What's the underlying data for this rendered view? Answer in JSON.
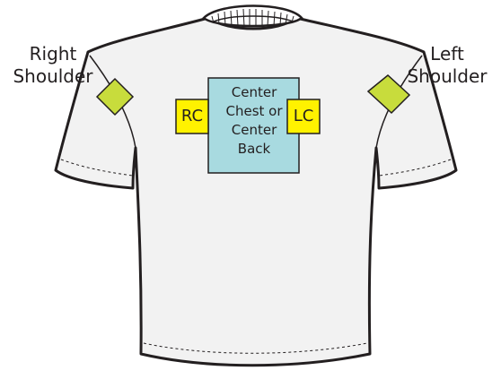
{
  "labels": {
    "right_shoulder": [
      "Right",
      "Shoulder"
    ],
    "left_shoulder": [
      "Left",
      "Shoulder"
    ],
    "rc": "RC",
    "lc": "LC",
    "center": [
      "Center",
      "Chest or",
      "Center",
      "Back"
    ]
  },
  "colors": {
    "shirt_fill": "#f2f2f2",
    "outline": "#231f20",
    "shoulder_patch": "#c8dc3c",
    "side_chest_box": "#fff200",
    "center_box": "#a8dae0"
  }
}
